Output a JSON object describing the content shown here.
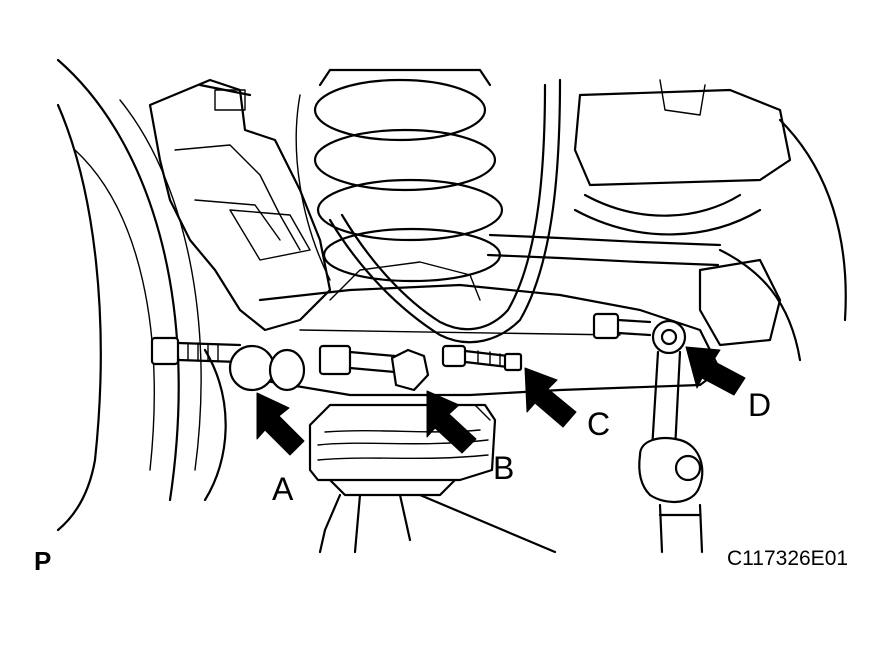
{
  "figure": {
    "page_marker": "P",
    "illustration_code": "C117326E01",
    "callouts": [
      {
        "id": "a",
        "label": "A"
      },
      {
        "id": "b",
        "label": "B"
      },
      {
        "id": "c",
        "label": "C"
      },
      {
        "id": "d",
        "label": "D"
      }
    ]
  },
  "colors": {
    "ink": "#000000",
    "background": "#ffffff"
  }
}
